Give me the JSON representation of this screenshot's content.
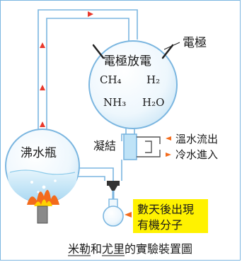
{
  "labels": {
    "electrode_discharge": "電極放電",
    "electrode": "電極",
    "gases": [
      "CH₄",
      "H₂",
      "NH₃",
      "H₂O"
    ],
    "condenser": "凝結",
    "warm_water_out": "溫水流出",
    "cold_water_in": "冷水進入",
    "boiling_flask": "沸水瓶",
    "result_line1": "數天後出現",
    "result_line2": "有機分子",
    "caption": "米勒和尤里的實驗裝置圖"
  },
  "colors": {
    "tube": "#7bb6e0",
    "arrow": "#e8392c",
    "highlight": "#fff200",
    "flame_outer": "#f36b1c",
    "flame_inner": "#ffd200",
    "water": "#bfe3f7"
  }
}
